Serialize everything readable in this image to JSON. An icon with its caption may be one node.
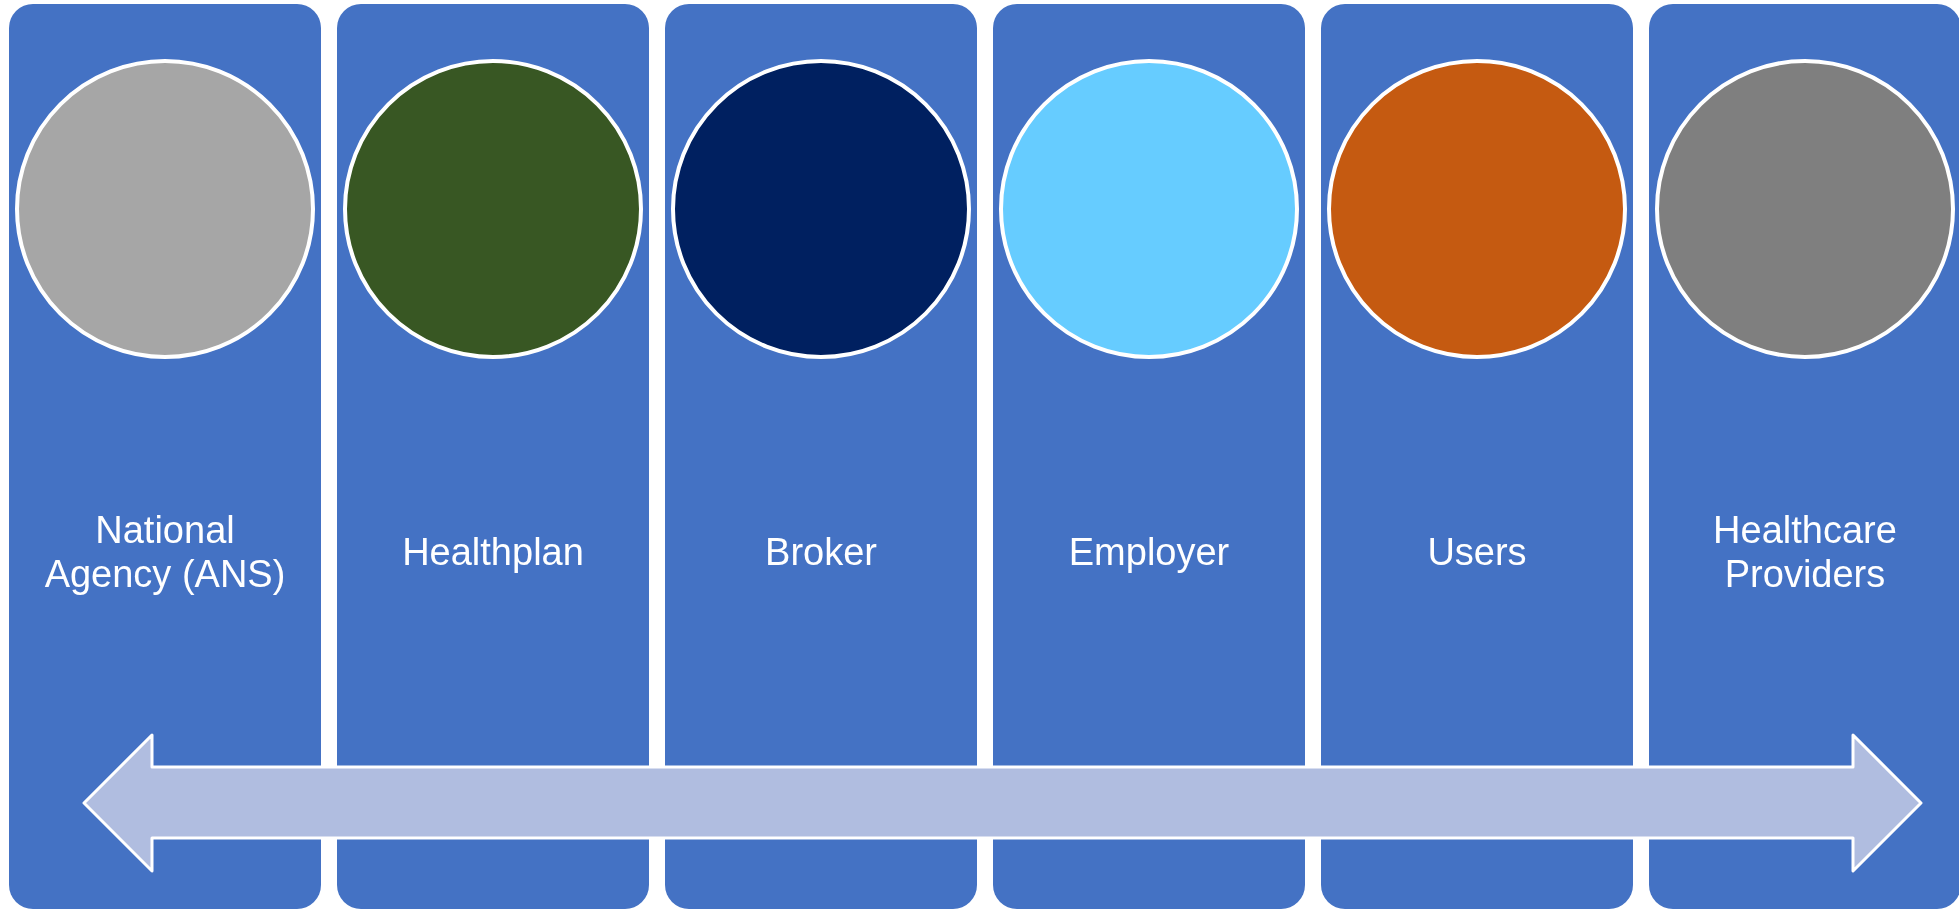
{
  "diagram": {
    "nodes": [
      {
        "text": [
          "National Agency (ANS)"
        ]
      },
      {
        "text": [],
        "shape": "circle",
        "in": 0
      },
      {
        "text": [
          "Healthplan"
        ]
      },
      {
        "text": [],
        "shape": "circle",
        "in": 2
      },
      {
        "text": [
          "Broker"
        ]
      },
      {
        "text": [],
        "shape": "circle",
        "in": 4
      },
      {
        "text": [
          "Employer"
        ]
      },
      {
        "text": [],
        "shape": "circle",
        "in": 6
      },
      {
        "text": [
          "Users"
        ]
      },
      {
        "text": [],
        "shape": "circle",
        "in": 8
      },
      {
        "text": [
          "Healthcare Providers"
        ]
      },
      {
        "text": [],
        "shape": "circle",
        "in": 10
      }
    ],
    "edges": []
  }
}
